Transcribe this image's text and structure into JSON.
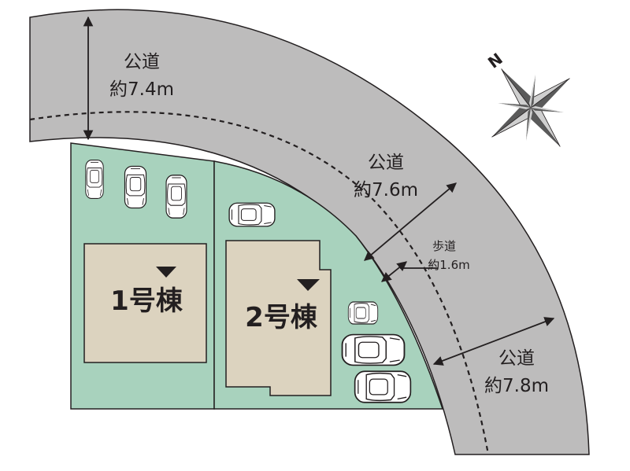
{
  "roads": {
    "north": {
      "label": "公道",
      "width": "約7.4m"
    },
    "northeast": {
      "label": "公道",
      "width": "約7.6m"
    },
    "east": {
      "label": "公道",
      "width": "約7.8m"
    }
  },
  "sidewalk": {
    "label": "歩道",
    "width": "約1.6m"
  },
  "lots": [
    {
      "name": "1号棟"
    },
    {
      "name": "2号棟"
    }
  ],
  "compass": {
    "north_label": "N"
  },
  "colors": {
    "road": "#bdbcbc",
    "lot": "#a8d2bd",
    "building": "#dcd3bf",
    "outline": "#231f20"
  },
  "icons": [
    "car-icon",
    "compass-rose-icon",
    "entrance-marker-icon"
  ]
}
